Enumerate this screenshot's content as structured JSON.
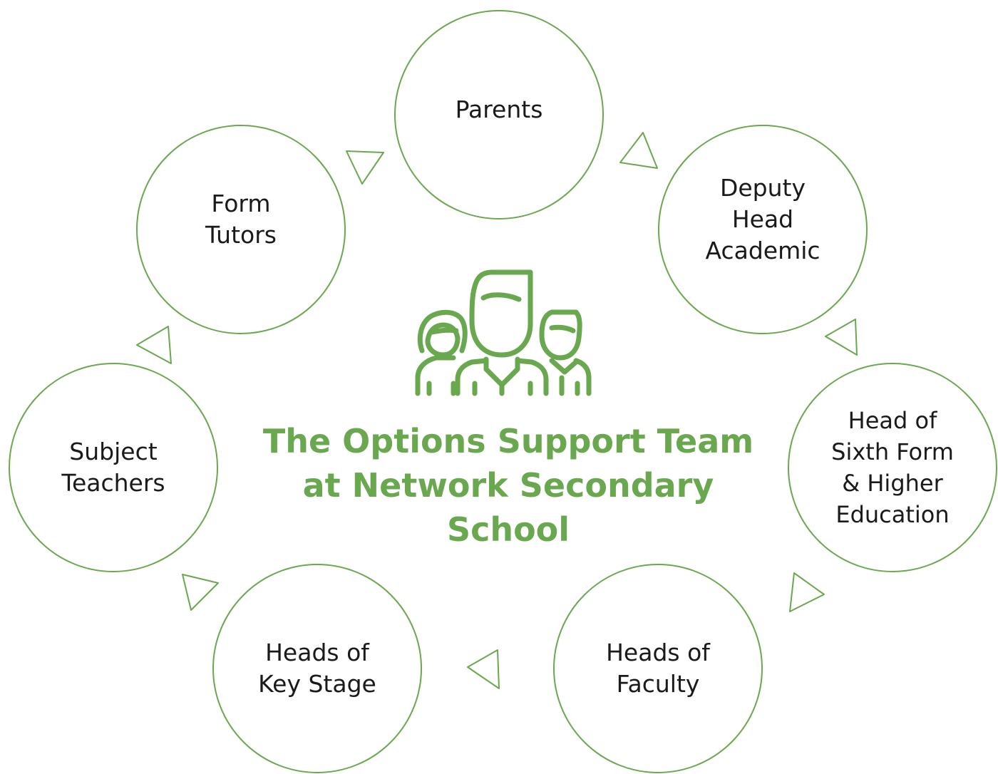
{
  "title": "The Options Support Team\nat Network Secondary\nSchool",
  "nodes": {
    "parents": "Parents",
    "deputy": "Deputy\nHead\nAcademic",
    "sixthform": "Head of\nSixth Form\n& Higher\nEducation",
    "faculty": "Heads of\nFaculty",
    "keystage": "Heads of\nKey Stage",
    "subject": "Subject\nTeachers",
    "tutors": "Form\nTutors"
  },
  "icons": {
    "center": "team-people-icon",
    "connector": "triangle-arrow-icon"
  },
  "colors": {
    "accent": "#6aa84f",
    "text": "#1a1a1a",
    "background": "#ffffff"
  }
}
